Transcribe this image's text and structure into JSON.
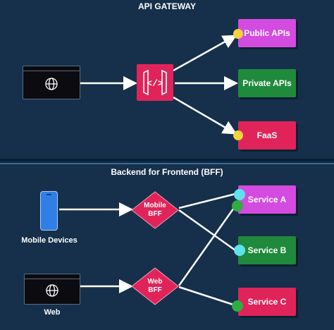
{
  "top": {
    "title": "API GATEWAY",
    "gateway_icon": "api-gateway-icon",
    "client_icon": "browser-globe-icon",
    "targets": [
      {
        "label": "Public APIs",
        "color": "#d44be0",
        "dot": "#f5d33a"
      },
      {
        "label": "Private APIs",
        "color": "#1f8a3c",
        "dot": null
      },
      {
        "label": "FaaS",
        "color": "#e0245a",
        "dot": "#f5d33a"
      }
    ],
    "gateway_color": "#e0245a"
  },
  "bottom": {
    "title": "Backend for Frontend (BFF)",
    "clients": [
      {
        "label": "Mobile Devices",
        "icon": "mobile-phone-icon"
      },
      {
        "label": "Web",
        "icon": "browser-globe-icon"
      }
    ],
    "bffs": [
      {
        "line1": "Mobile",
        "line2": "BFF"
      },
      {
        "line1": "Web",
        "line2": "BFF"
      }
    ],
    "services": [
      {
        "label": "Service A",
        "color": "#d44be0"
      },
      {
        "label": "Service B",
        "color": "#1f8a3c"
      },
      {
        "label": "Service C",
        "color": "#e0245a"
      }
    ],
    "dot_colors": {
      "cyan": "#5fe3ea",
      "green": "#2fae3f"
    }
  },
  "colors": {
    "background": "#16304b",
    "line": "#ffffff",
    "phone": "#2f7fe6"
  }
}
